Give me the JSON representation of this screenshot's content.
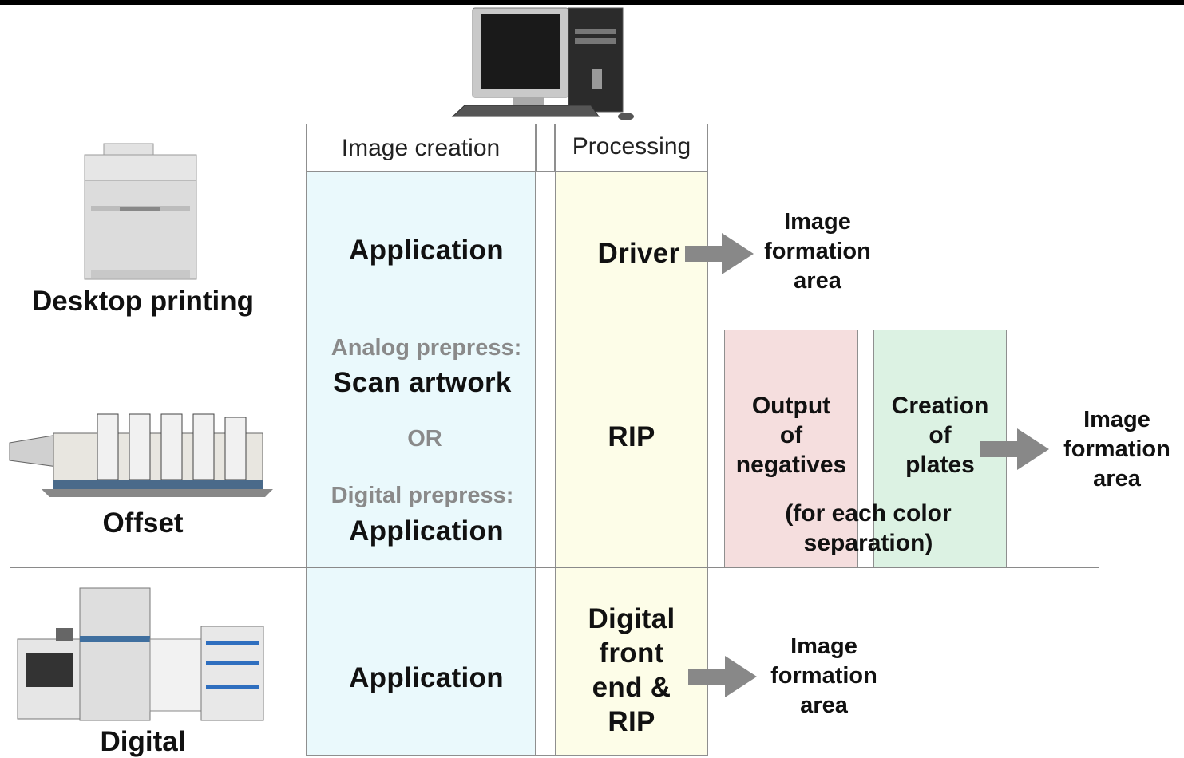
{
  "columns": {
    "image_creation": "Image creation",
    "processing": "Processing"
  },
  "rows": {
    "desktop": {
      "label": "Desktop printing",
      "creation": "Application",
      "processing": "Driver",
      "output": {
        "line1": "Image",
        "line2": "formation",
        "line3": "area"
      }
    },
    "offset": {
      "label": "Offset",
      "analog_heading": "Analog prepress:",
      "analog_step": "Scan artwork",
      "or": "OR",
      "digital_heading": "Digital prepress:",
      "digital_step": "Application",
      "processing": "RIP",
      "negatives": {
        "line1": "Output",
        "line2": "of",
        "line3": "negatives"
      },
      "plates": {
        "line1": "Creation",
        "line2": "of",
        "line3": "plates"
      },
      "separation_note": {
        "line1": "(for each color",
        "line2": "separation)"
      },
      "output": {
        "line1": "Image",
        "line2": "formation",
        "line3": "area"
      }
    },
    "digital": {
      "label": "Digital",
      "creation": "Application",
      "processing": {
        "line1": "Digital",
        "line2": "front",
        "line3": "end &",
        "line4": "RIP"
      },
      "output": {
        "line1": "Image",
        "line2": "formation",
        "line3": "area"
      }
    }
  },
  "icons": [
    "desktop-computer-icon",
    "desktop-printer-icon",
    "offset-press-icon",
    "digital-press-icon",
    "arrow-right-icon"
  ]
}
